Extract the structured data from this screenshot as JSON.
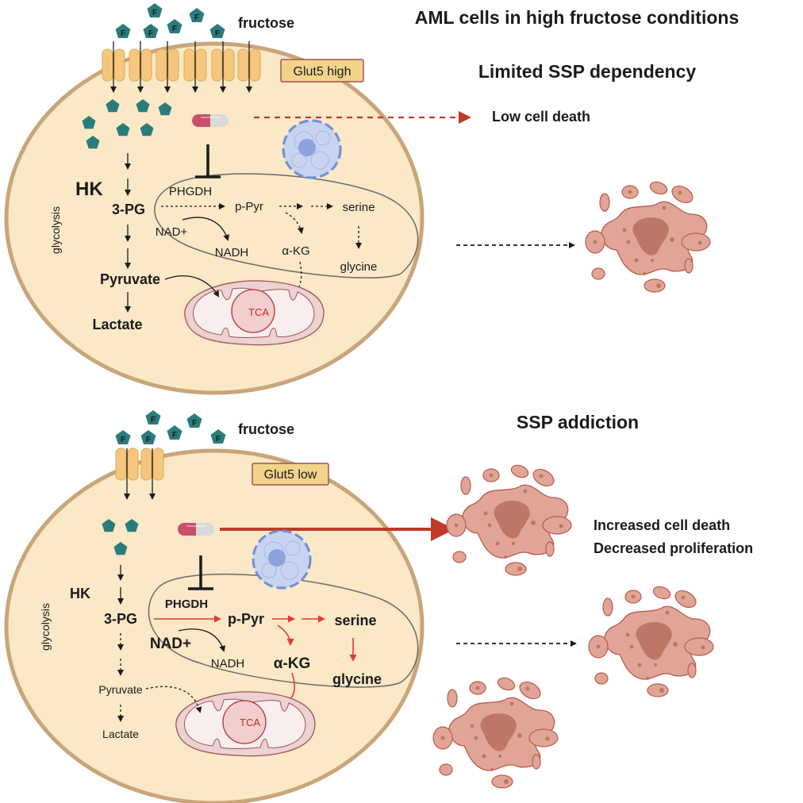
{
  "title": "AML cells in  high fructose conditions",
  "colors": {
    "cell_fill": "#fae8c6",
    "cell_border": "#c9a57a",
    "transporter": "#f5c77e",
    "fructose": "#2b7b7b",
    "inhibitor_red": "#c9506a",
    "arrow_red": "#c0392b",
    "pathway_red": "#e53935",
    "dead_cell": "#e0a597",
    "dead_cell_border": "#b85a4d",
    "nucleus": "#c8d3f0",
    "mito_fill": "#ecd2d0",
    "tca_text": "#c62828"
  },
  "panels": [
    {
      "id": "high",
      "fructose_label": "fructose",
      "fructose_glyph": "F",
      "glut5_badge": "Glut5 high",
      "heading": "Limited  SSP dependency",
      "outcome": "Low cell death",
      "glycolysis_label": "glycolysis",
      "hk": "HK",
      "pg3": "3-PG",
      "pyruvate": "Pyruvate",
      "lactate": "Lactate",
      "phgdh": "PHGDH",
      "ppyr": "p-Pyr",
      "serine": "serine",
      "glycine": "glycine",
      "nad": "NAD+",
      "nadh": "NADH",
      "akg": "α-KG",
      "tca": "TCA",
      "transporter_count": 6,
      "ssp_flux": "low"
    },
    {
      "id": "low",
      "fructose_label": "fructose",
      "fructose_glyph": "F",
      "glut5_badge": "Glut5 low",
      "heading": "SSP addiction",
      "outcome_lines": [
        "Increased cell death",
        "Decreased proliferation"
      ],
      "glycolysis_label": "glycolysis",
      "hk": "HK",
      "pg3": "3-PG",
      "pyruvate": "Pyruvate",
      "lactate": "Lactate",
      "phgdh": "PHGDH",
      "ppyr": "p-Pyr",
      "serine": "serine",
      "glycine": "glycine",
      "nad": "NAD+",
      "nadh": "NADH",
      "akg": "α-KG",
      "tca": "TCA",
      "transporter_count": 2,
      "ssp_flux": "high"
    }
  ]
}
